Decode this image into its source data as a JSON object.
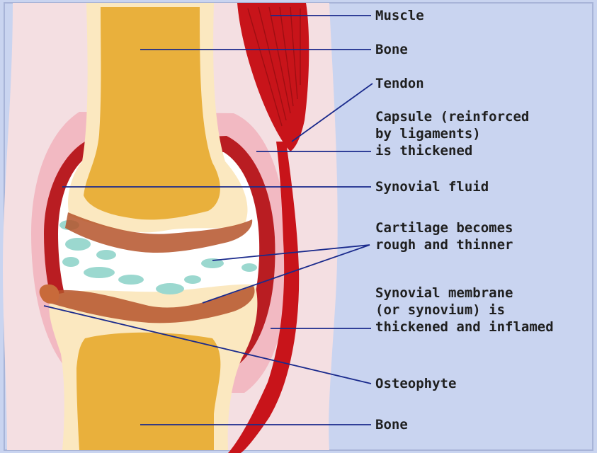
{
  "colors": {
    "background": "#c9d4f0",
    "leader_line": "#1a2a8c",
    "bone": "#e9b03c",
    "bone_edge": "#fbe8c0",
    "muscle_tendon": "#c8141a",
    "capsule": "#f2b9c2",
    "synovial_membrane": "#b91d22",
    "cartilage_damage": "#9bd8cf",
    "osteophyte": "#b5542a"
  },
  "labels": {
    "muscle": "Muscle",
    "bone_top": "Bone",
    "tendon": "Tendon",
    "capsule": [
      "Capsule (reinforced",
      "by ligaments)",
      "is thickened"
    ],
    "synovial_fluid": "Synovial fluid",
    "cartilage": [
      "Cartilage becomes",
      "rough and thinner"
    ],
    "synovial_membrane": [
      "Synovial membrane",
      "(or synovium) is",
      "thickened and inflamed"
    ],
    "osteophyte": "Osteophyte",
    "bone_bottom": "Bone"
  }
}
